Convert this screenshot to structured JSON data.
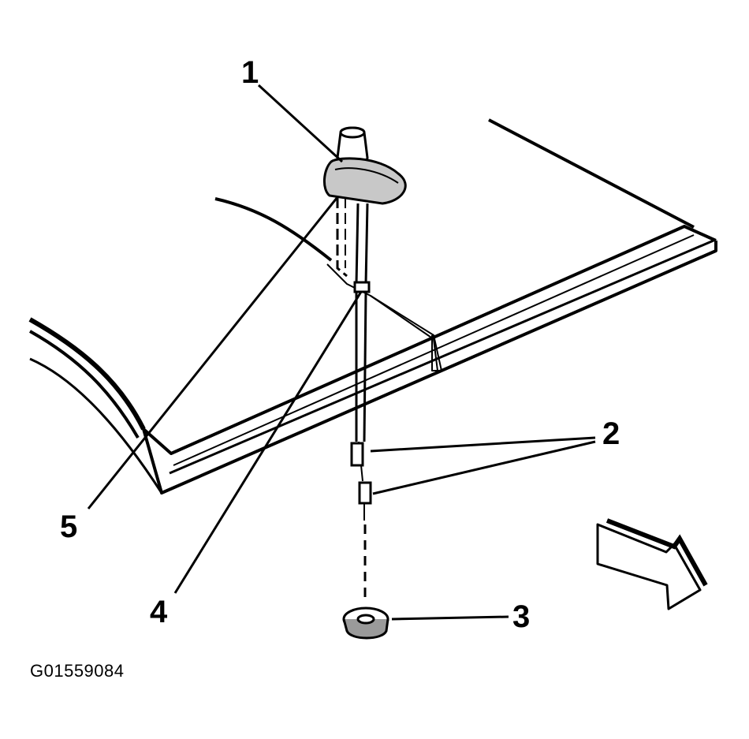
{
  "diagram": {
    "callouts": [
      "1",
      "2",
      "3",
      "4",
      "5"
    ],
    "figure_id": "G01559084",
    "colors": {
      "ink": "#000000",
      "paper": "#ffffff",
      "shade": "#bdbdbd"
    },
    "icons": [
      "antenna-assembly",
      "roof-panel",
      "antenna-cable",
      "cable-connector",
      "antenna-grommet",
      "direction-arrow-icon"
    ]
  }
}
